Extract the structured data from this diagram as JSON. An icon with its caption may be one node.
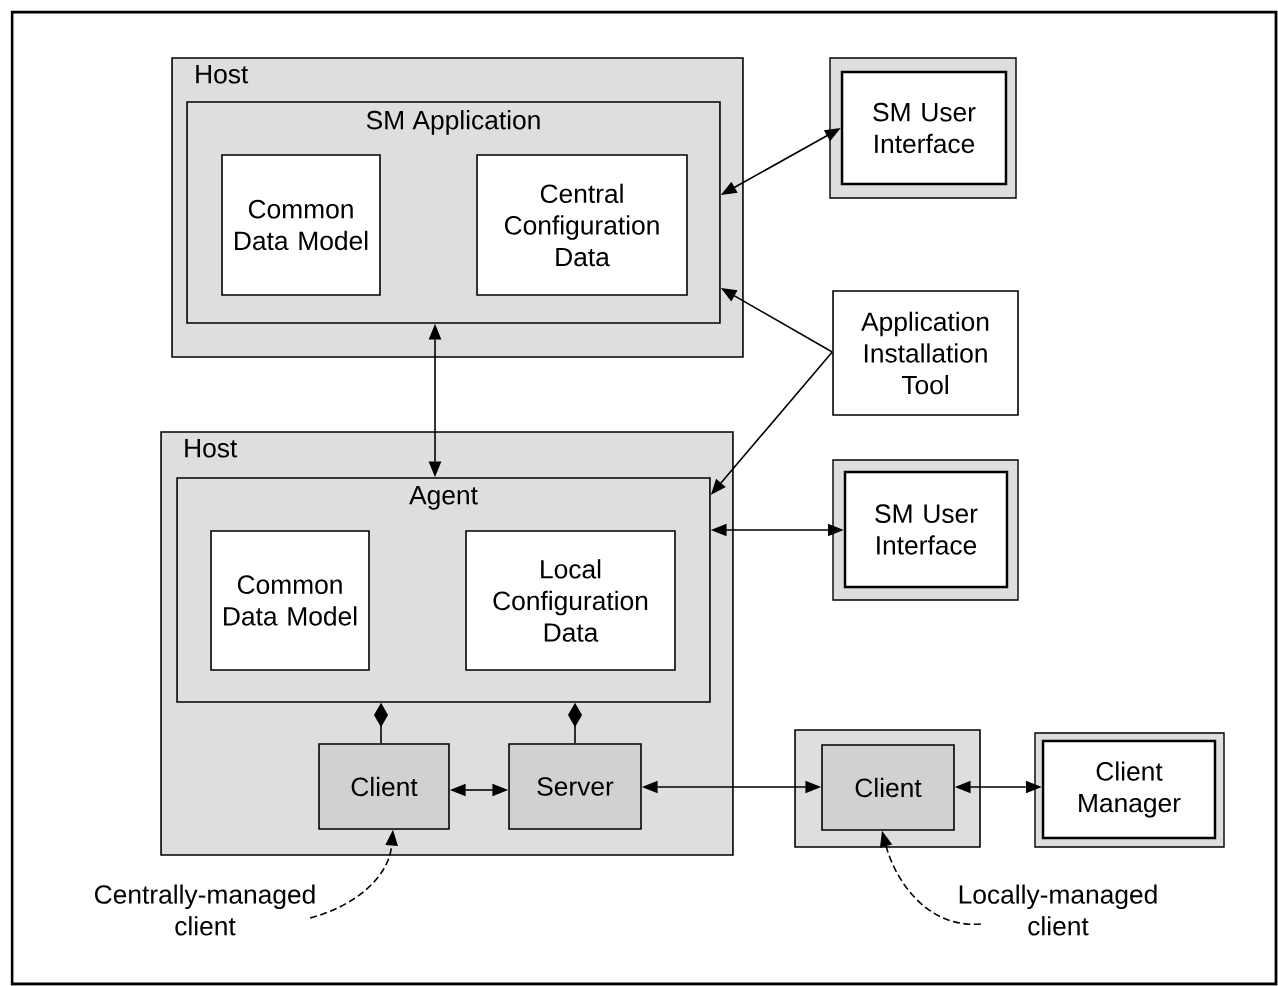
{
  "diagram": {
    "nodes": [
      {
        "text": [
          "Host"
        ]
      },
      {
        "text": [
          "SM Application"
        ],
        "in": 0
      },
      {
        "text": [
          "Common Data Model"
        ],
        "in": 1
      },
      {
        "text": [
          "Central Configuration Data"
        ],
        "in": 1
      },
      {
        "text": [
          "SM User Interface"
        ]
      },
      {
        "text": [
          "Application Installation Tool"
        ]
      },
      {
        "text": [
          "Host"
        ]
      },
      {
        "text": [
          "Agent"
        ],
        "in": 6
      },
      {
        "text": [
          "Common Data Model"
        ],
        "in": 7
      },
      {
        "text": [
          "Local Configuration Data"
        ],
        "in": 7
      },
      {
        "text": [
          "Client"
        ],
        "in": 6
      },
      {
        "text": [
          "Server"
        ],
        "in": 6
      },
      {
        "text": [
          "SM User Interface"
        ]
      },
      {
        "text": [],
        "shape": "box"
      },
      {
        "text": [
          "Client"
        ],
        "in": 13
      },
      {
        "text": [
          "Client Manager"
        ]
      },
      {
        "text": [
          "Centrally-managed client"
        ]
      },
      {
        "text": [
          "Locally-managed client"
        ]
      }
    ],
    "edges": [
      {
        "from": 1,
        "to": 4,
        "arrow": "both"
      },
      {
        "from": 5,
        "to": 1,
        "arrow": "to"
      },
      {
        "from": 5,
        "to": 7,
        "arrow": "to"
      },
      {
        "from": 1,
        "to": 7,
        "arrow": "both"
      },
      {
        "from": 7,
        "to": 12,
        "arrow": "both"
      },
      {
        "from": 7,
        "to": 10,
        "arrow": "other"
      },
      {
        "from": 7,
        "to": 11,
        "arrow": "other"
      },
      {
        "from": 10,
        "to": 11,
        "arrow": "both"
      },
      {
        "from": 11,
        "to": 14,
        "arrow": "both"
      },
      {
        "from": 14,
        "to": 15,
        "arrow": "both"
      },
      {
        "from": 16,
        "to": 10,
        "arrow": "to",
        "style": "dashed"
      },
      {
        "from": 17,
        "to": 14,
        "arrow": "to",
        "style": "dashed"
      }
    ]
  }
}
